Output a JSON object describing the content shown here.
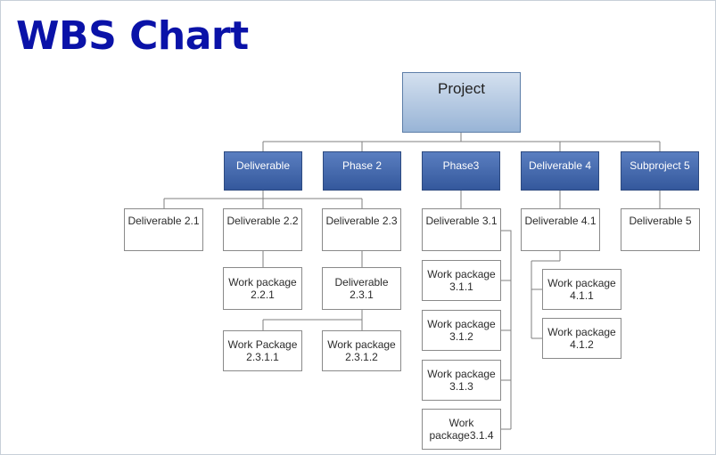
{
  "title": "WBS Chart",
  "colors": {
    "title": "#0a12a8",
    "level2_fill": "#3f64a8",
    "root_fill": "#b4c8e2",
    "connector": "#7f7f7f",
    "box_border": "#8a8a8a"
  },
  "root": {
    "label": "Project"
  },
  "level2": [
    {
      "label": "Deliverable"
    },
    {
      "label": "Phase 2"
    },
    {
      "label": "Phase3"
    },
    {
      "label": "Deliverable 4"
    },
    {
      "label": "Subproject 5"
    }
  ],
  "level3": [
    {
      "label": "Deliverable 2.1"
    },
    {
      "label": "Deliverable 2.2"
    },
    {
      "label": "Deliverable 2.3"
    },
    {
      "label": "Deliverable 3.1"
    },
    {
      "label": "Deliverable 4.1"
    },
    {
      "label": "Deliverable 5"
    }
  ],
  "work_packages": {
    "wp_2_2_1": "Work package\n2.2.1",
    "d_2_3_1": "Deliverable\n2.3.1",
    "wp_2_3_1_1": "Work Package\n2.3.1.1",
    "wp_2_3_1_2": "Work package\n2.3.1.2",
    "wp_3_1_1": "Work package\n3.1.1",
    "wp_3_1_2": "Work package\n3.1.2",
    "wp_3_1_3": "Work package\n3.1.3",
    "wp_3_1_4": "Work\npackage3.1.4",
    "wp_4_1_1": "Work package\n4.1.1",
    "wp_4_1_2": "Work package\n4.1.2"
  }
}
